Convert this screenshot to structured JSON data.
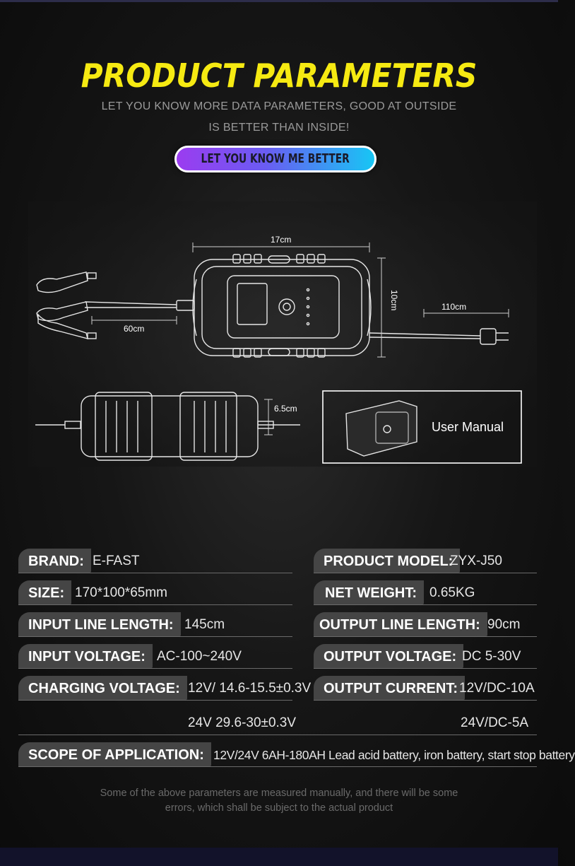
{
  "header": {
    "title": "PRODUCT PARAMETERS",
    "subtitle_line1": "LET YOU KNOW MORE DATA PARAMETERS, GOOD AT OUTSIDE",
    "subtitle_line2": "IS BETTER THAN INSIDE!",
    "pill_label": "LET YOU KNOW ME BETTER"
  },
  "diagram": {
    "dim_width": "17cm",
    "dim_height": "10cm",
    "dim_input_cable": "60cm",
    "dim_output_cable": "110cm",
    "dim_thickness": "6.5cm",
    "manual_label": "User Manual"
  },
  "specs": {
    "brand_label": "BRAND:",
    "brand_value": "E-FAST",
    "model_label": "PRODUCT MODEL:",
    "model_value": "ZYX-J50",
    "size_label": "SIZE:",
    "size_value": "170*100*65mm",
    "weight_label": "NET WEIGHT:",
    "weight_value": "0.65KG",
    "input_line_label": "INPUT LINE LENGTH:",
    "input_line_value": "145cm",
    "output_line_label": "OUTPUT LINE LENGTH:",
    "output_line_value": "90cm",
    "input_voltage_label": "INPUT VOLTAGE:",
    "input_voltage_value": "AC-100~240V",
    "output_voltage_label": "OUTPUT VOLTAGE:",
    "output_voltage_value": "DC 5-30V",
    "charging_voltage_label": "CHARGING VOLTAGE:",
    "charging_voltage_value1": "12V/ 14.6-15.5±0.3V",
    "charging_voltage_value2": "24V 29.6-30±0.3V",
    "output_current_label": "OUTPUT CURRENT:",
    "output_current_value1": "12V/DC-10A",
    "output_current_value2": "24V/DC-5A",
    "scope_label": "SCOPE OF APPLICATION:",
    "scope_value": "12V/24V  6AH-180AH Lead acid battery, iron battery, start stop battery"
  },
  "footer": {
    "note_line1": "Some of the above parameters are measured manually, and there will be some",
    "note_line2": "errors, which shall be subject to the actual product"
  }
}
